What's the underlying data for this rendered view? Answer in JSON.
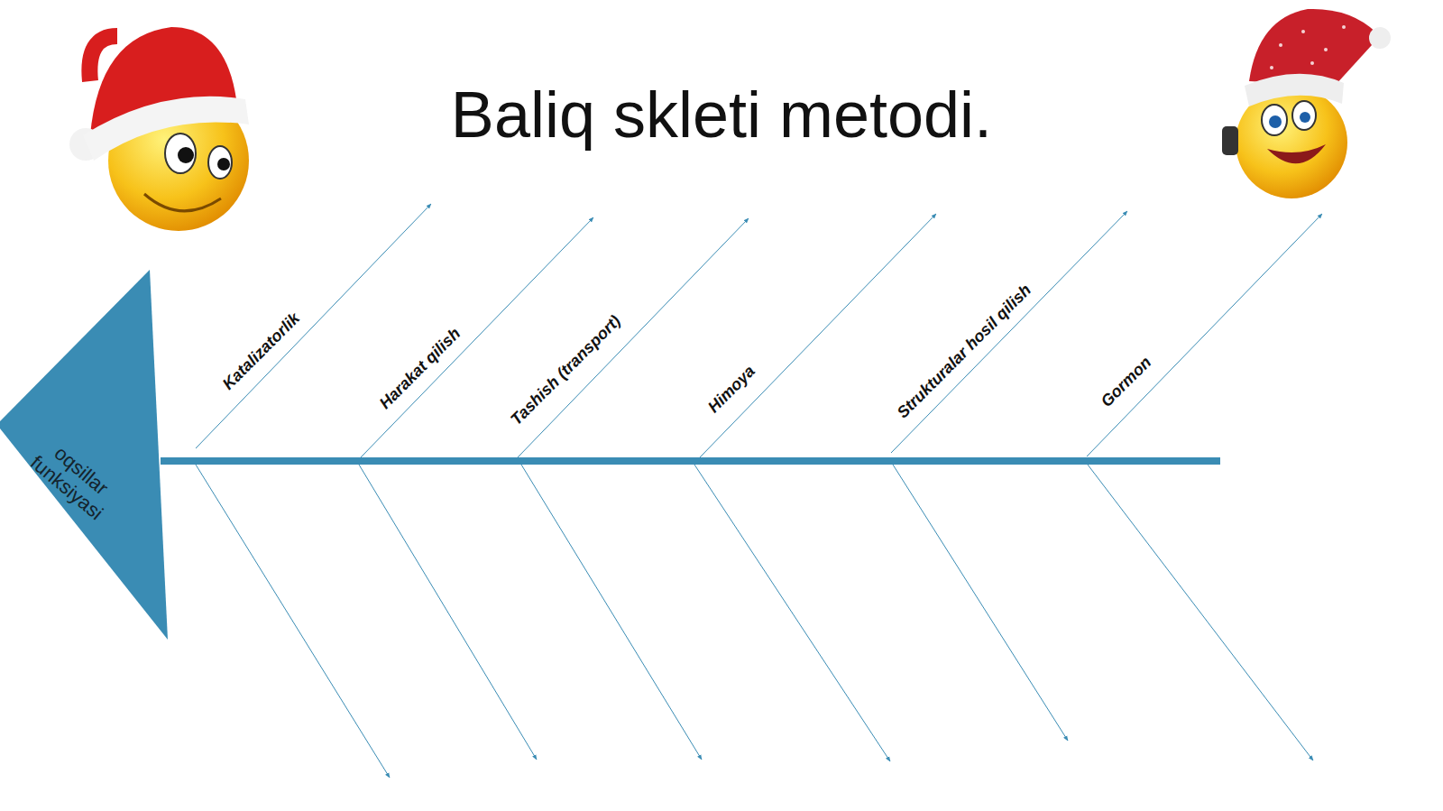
{
  "diagram": {
    "title": "Baliq skleti metodi.",
    "nodes": [
      {
        "text": [
          "oqsillar funksiyasi"
        ]
      }
    ],
    "labels": [
      "Katalizatorlik",
      "Harakat qilish",
      "Tashish (transport)",
      "Himoya",
      "Strukturalar hosil qilish",
      "Gormon"
    ]
  }
}
